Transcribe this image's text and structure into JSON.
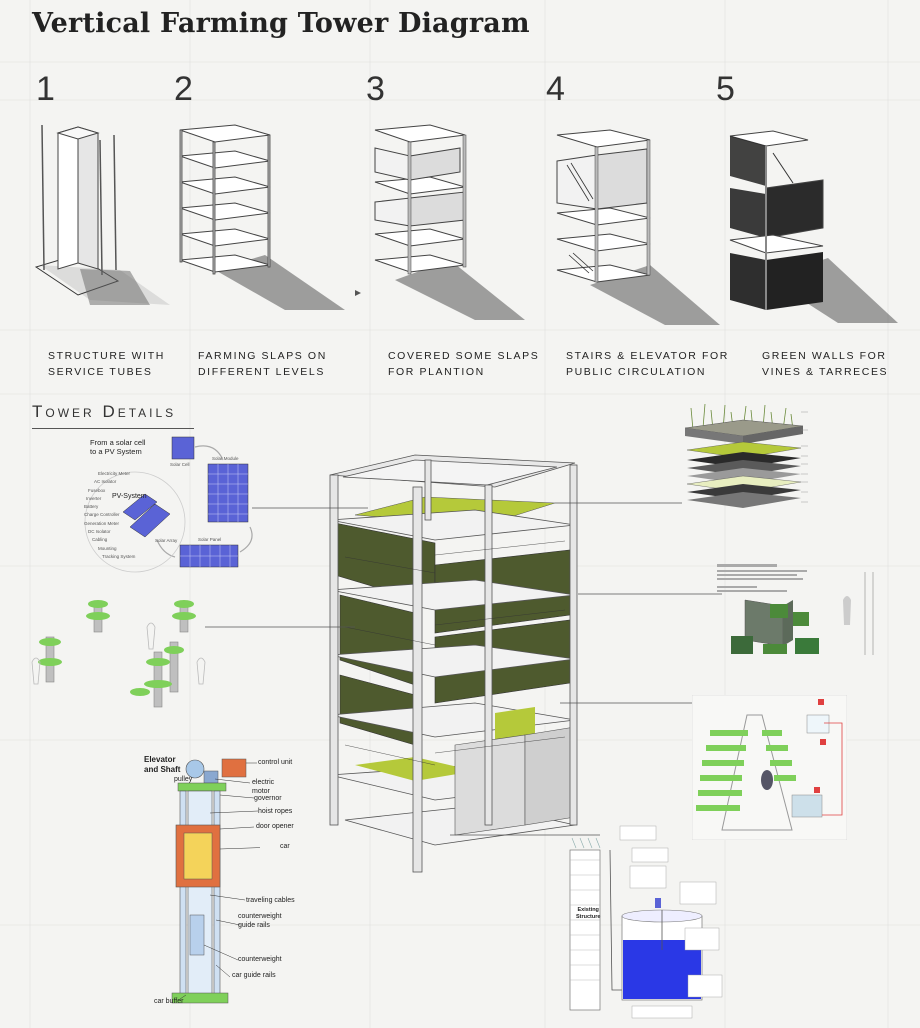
{
  "title": "Vertical Farming Tower Diagram",
  "steps": [
    {
      "number": "1",
      "caption1": "structure with",
      "caption2": "service tubes"
    },
    {
      "number": "2",
      "caption1": "Farming slaps on",
      "caption2": "different levels"
    },
    {
      "number": "3",
      "caption1": "Covered some slaps",
      "caption2": "for plantion"
    },
    {
      "number": "4",
      "caption1": "Stairs & elevator for",
      "caption2": "public circulation"
    },
    {
      "number": "5",
      "caption1": "Green walls for",
      "caption2": "vines & tarreces"
    }
  ],
  "section_title": "Tower Details",
  "solar": {
    "heading1": "From a solar cell",
    "heading2": "to a PV System",
    "cell": "Solar Cell",
    "module": "Solar Module",
    "panel": "Solar Panel",
    "array": "Solar Array",
    "system": "PV-System",
    "components": [
      "Electricity Meter",
      "AC Isolator",
      "Fusebox",
      "Inverter",
      "Battery",
      "Charge Controller",
      "Generation Meter",
      "DC Isolator",
      "Cabling",
      "Mounting",
      "Tracking System"
    ]
  },
  "elevator": {
    "heading1": "Elevator",
    "heading2": "and Shaft",
    "labels": {
      "pulley": "pulley",
      "control_unit": "control unit",
      "electric_motor1": "electric",
      "electric_motor2": "motor",
      "governor": "governor",
      "hoist_ropes": "hoist ropes",
      "door_opener": "door opener",
      "car": "car",
      "traveling_cables": "traveling cables",
      "cw_guide1": "counterweight",
      "cw_guide2": "guide rails",
      "counterweight": "counterweight",
      "car_guide_rails": "car guide rails",
      "car_buffer": "car buffer"
    }
  },
  "water": {
    "existing1": "Existing",
    "existing2": "Structure"
  },
  "colors": {
    "accent_green": "#b5c93a",
    "wall_green": "#4e5a2e",
    "solar_blue": "#5a63d6",
    "elevator_red": "#e07040"
  }
}
